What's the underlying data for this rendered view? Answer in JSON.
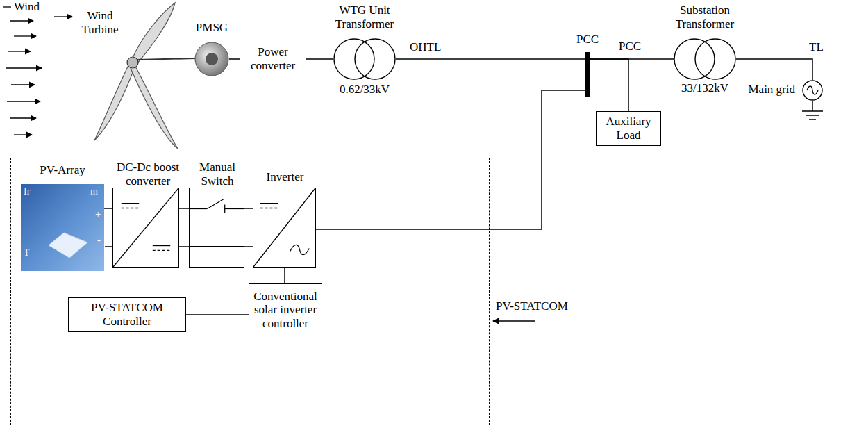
{
  "diagram": {
    "nodes": [
      {
        "text": [
          "PMSG"
        ]
      },
      {
        "text": [
          "Power converter"
        ]
      },
      {
        "text": [
          "WTG Unit Transformer",
          "0.62/33kV"
        ]
      },
      {
        "text": [
          "PCC"
        ]
      },
      {
        "text": [
          "Auxiliary Load"
        ]
      },
      {
        "text": [
          "Substation Transformer",
          "33/132kV"
        ]
      },
      {
        "text": [
          "Main grid"
        ]
      },
      {
        "text": [
          "PV-STATCOM"
        ]
      },
      {
        "text": [
          "PV-Array"
        ],
        "in": 7
      },
      {
        "text": [
          "DC-Dc boost converter"
        ],
        "in": 7
      },
      {
        "text": [
          "Manual Switch"
        ],
        "in": 7
      },
      {
        "text": [
          "Inverter"
        ],
        "in": 7
      },
      {
        "text": [
          "PV-STATCOM Controller"
        ],
        "in": 7
      },
      {
        "text": [
          "Conventional solar inverter controller"
        ],
        "in": 7
      }
    ],
    "edges": [
      {
        "from": 0,
        "to": 1,
        "arrow": "none"
      },
      {
        "from": 1,
        "to": 2,
        "arrow": "none"
      },
      {
        "from": 2,
        "to": 3,
        "label": "OHTL",
        "arrow": "none"
      },
      {
        "from": 3,
        "to": 4,
        "arrow": "none"
      },
      {
        "from": 3,
        "to": 5,
        "arrow": "none"
      },
      {
        "from": 5,
        "to": 6,
        "label": "TL",
        "arrow": "none"
      },
      {
        "from": 8,
        "to": 9,
        "arrow": "none"
      },
      {
        "from": 9,
        "to": 10,
        "arrow": "none"
      },
      {
        "from": 10,
        "to": 11,
        "arrow": "none"
      },
      {
        "from": 11,
        "to": 3,
        "arrow": "none"
      },
      {
        "from": 11,
        "to": 13,
        "arrow": "none"
      },
      {
        "from": 12,
        "to": 13,
        "arrow": "none"
      }
    ],
    "labels": [
      "Wind",
      "Wind Turbine",
      "PCC",
      "Ir",
      "m",
      "T",
      "+",
      "-"
    ]
  }
}
